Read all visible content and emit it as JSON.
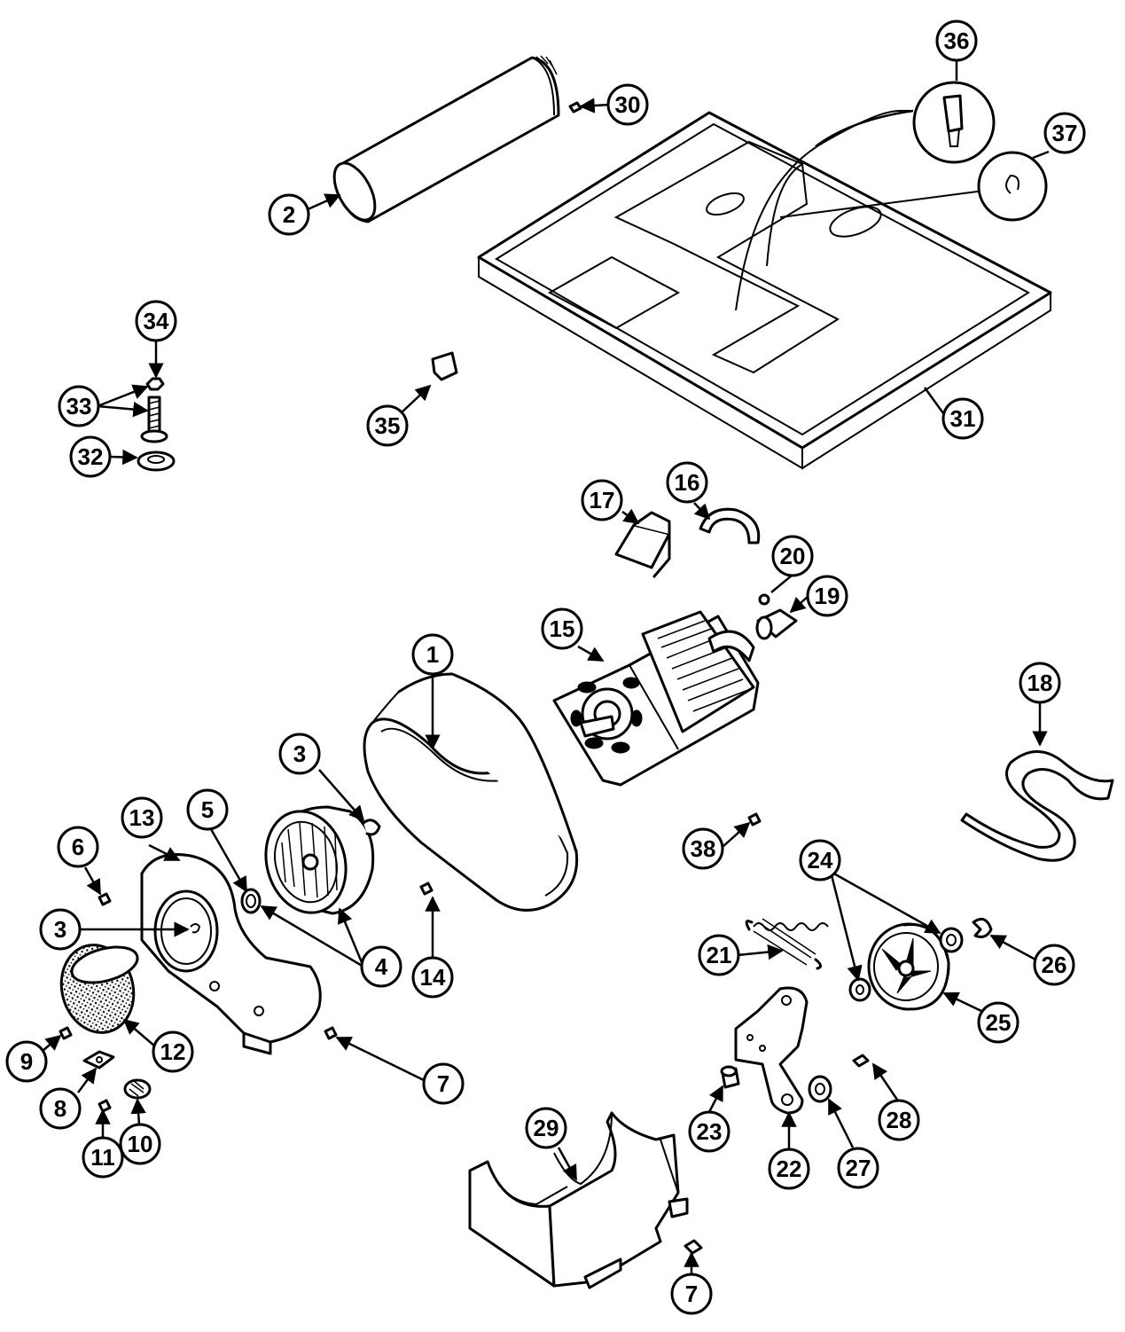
{
  "callouts": [
    "1",
    "2",
    "3",
    "3",
    "4",
    "5",
    "6",
    "7",
    "7",
    "8",
    "9",
    "10",
    "11",
    "12",
    "13",
    "14",
    "15",
    "16",
    "17",
    "18",
    "19",
    "20",
    "21",
    "22",
    "23",
    "24",
    "25",
    "26",
    "27",
    "28",
    "29",
    "30",
    "31",
    "32",
    "33",
    "34",
    "35",
    "36",
    "37",
    "38"
  ]
}
